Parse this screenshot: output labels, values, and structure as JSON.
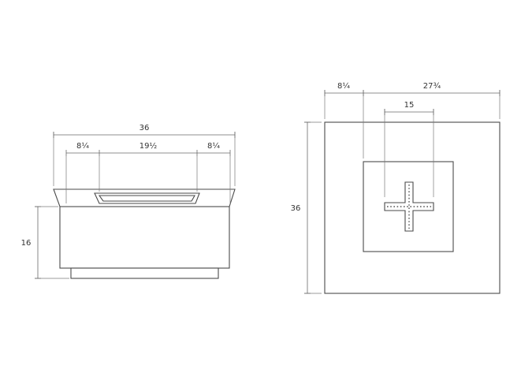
{
  "drawing": {
    "kind": "fire-pit-table-dimension-drawing",
    "front_view": {
      "dims": {
        "total_width": "36",
        "left_inset": "8¼",
        "opening_width": "19½",
        "right_inset": "8¼",
        "height": "16"
      }
    },
    "plan_view": {
      "dims": {
        "edge_to_inner": "8¼",
        "inner_to_edge": "27¾",
        "burner_width": "15",
        "side_length": "36"
      }
    },
    "colors": {
      "object_line": "#4a4a4a",
      "dimension_line": "#6a6a6a",
      "extension_line": "#7a7a7a",
      "text": "#333333",
      "background": "#ffffff"
    }
  }
}
